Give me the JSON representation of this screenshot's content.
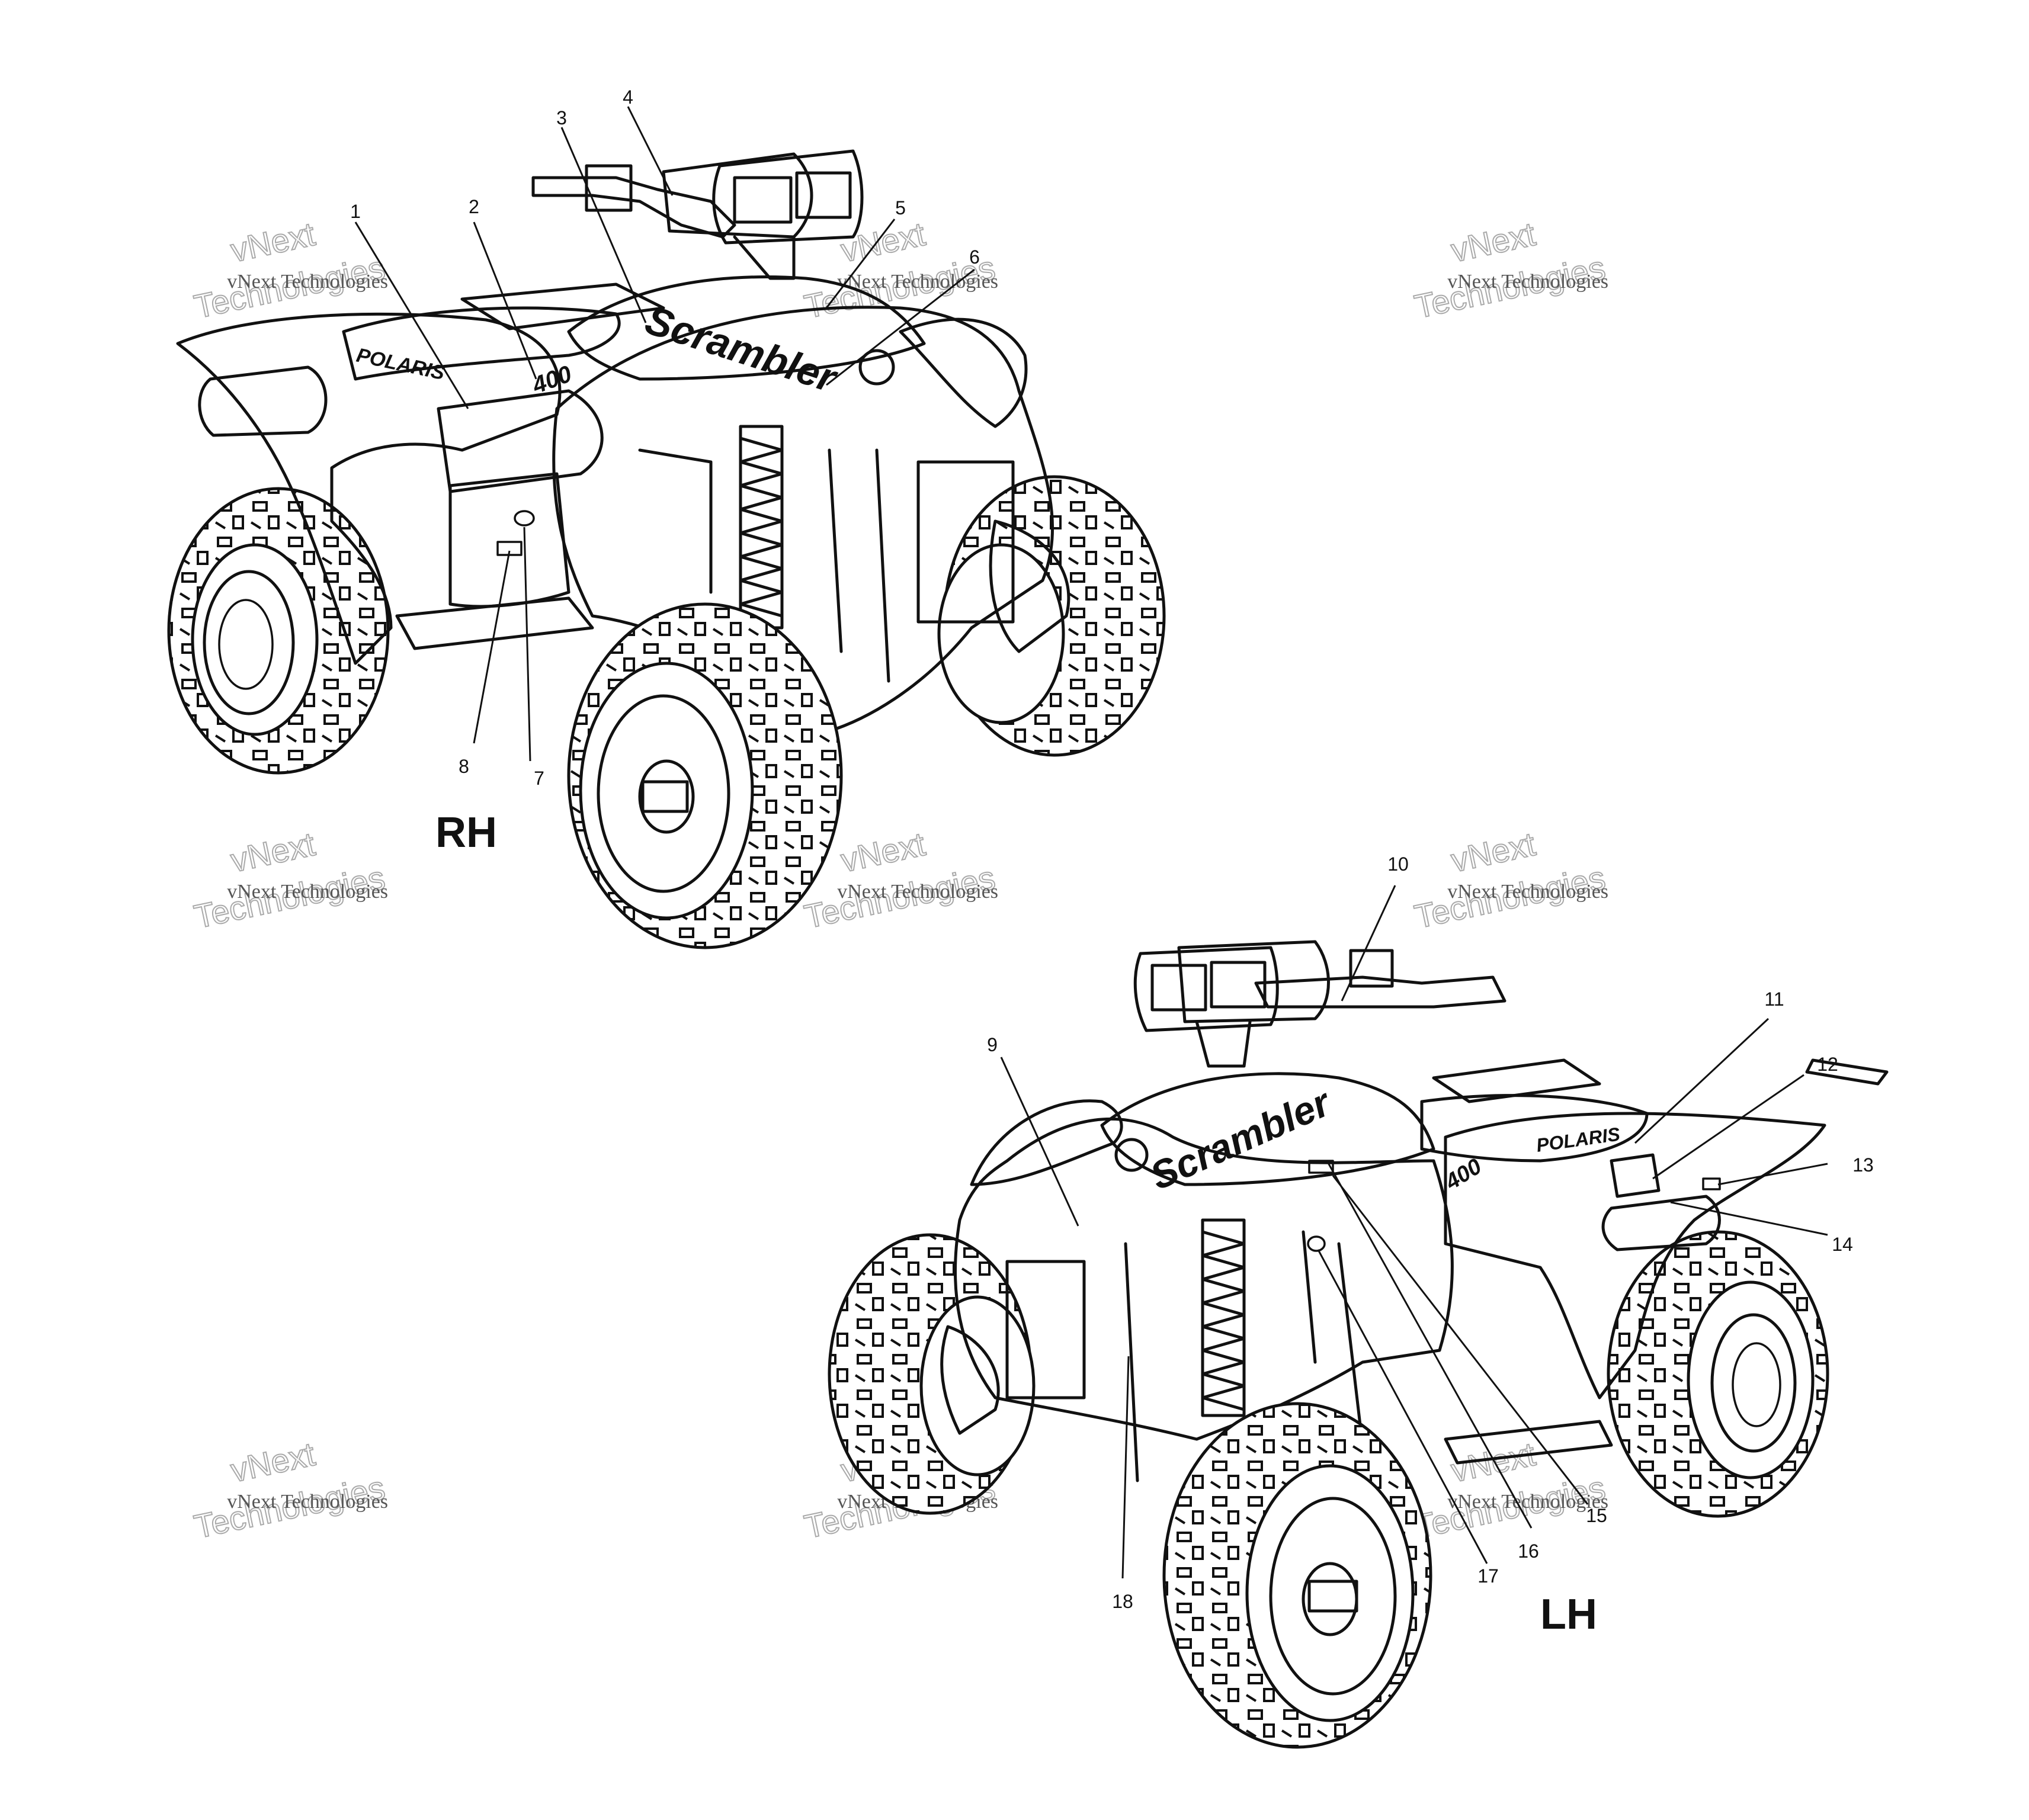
{
  "views": {
    "rh": {
      "label": "RH"
    },
    "lh": {
      "label": "LH"
    }
  },
  "decals": {
    "brand": "POLARIS",
    "model": "Scrambler",
    "displacement": "400"
  },
  "callouts": [
    {
      "number": "1",
      "view": "RH",
      "target": "rear fender side decal"
    },
    {
      "number": "2",
      "view": "RH",
      "target": "400 side panel decal"
    },
    {
      "number": "3",
      "view": "RH",
      "target": "fuel tank decal"
    },
    {
      "number": "4",
      "view": "RH",
      "target": "handlebar pod decal"
    },
    {
      "number": "5",
      "view": "RH",
      "target": "fuel cap label"
    },
    {
      "number": "6",
      "view": "RH",
      "target": "Scrambler hood decal"
    },
    {
      "number": "7",
      "view": "RH",
      "target": "round label"
    },
    {
      "number": "8",
      "view": "RH",
      "target": "footwell label"
    },
    {
      "number": "9",
      "view": "LH",
      "target": "front fender decal"
    },
    {
      "number": "10",
      "view": "LH",
      "target": "handlebar label"
    },
    {
      "number": "11",
      "view": "LH",
      "target": "rear rack decal"
    },
    {
      "number": "12",
      "view": "LH",
      "target": "rear fender warning label"
    },
    {
      "number": "13",
      "view": "LH",
      "target": "small rear label"
    },
    {
      "number": "14",
      "view": "LH",
      "target": "rear fender panel decal"
    },
    {
      "number": "15",
      "view": "LH",
      "target": "side panel label"
    },
    {
      "number": "16",
      "view": "LH",
      "target": "tank side decal"
    },
    {
      "number": "17",
      "view": "LH",
      "target": "round label"
    },
    {
      "number": "18",
      "view": "LH",
      "target": "lower front label"
    }
  ],
  "watermark": {
    "line1": "vNext Technologies",
    "line2": "vNext",
    "line3": "Technologies"
  },
  "colors": {
    "ink": "#111111",
    "background": "#ffffff",
    "watermark": "#aaaaaa"
  }
}
